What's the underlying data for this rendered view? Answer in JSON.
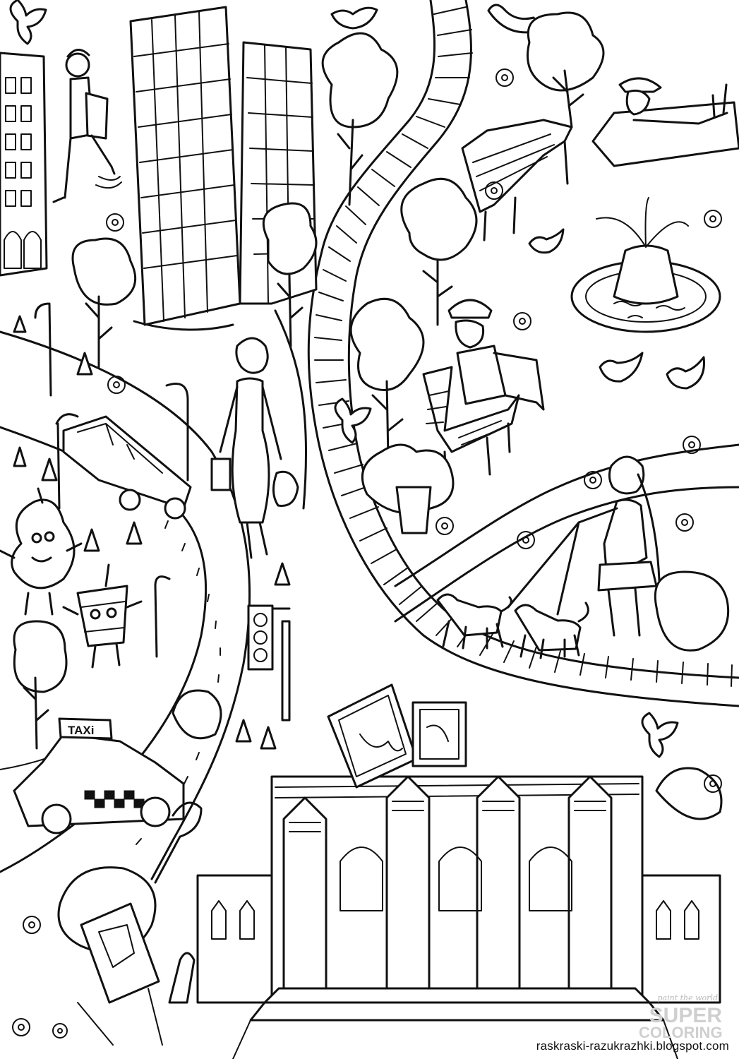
{
  "scene": {
    "taxi_sign": "TAXi",
    "credit": "raskraski-razukrazhki.blogspot.com",
    "watermark": {
      "small": "paint the world",
      "line1": "SUPER",
      "line2": "COLORING"
    }
  }
}
